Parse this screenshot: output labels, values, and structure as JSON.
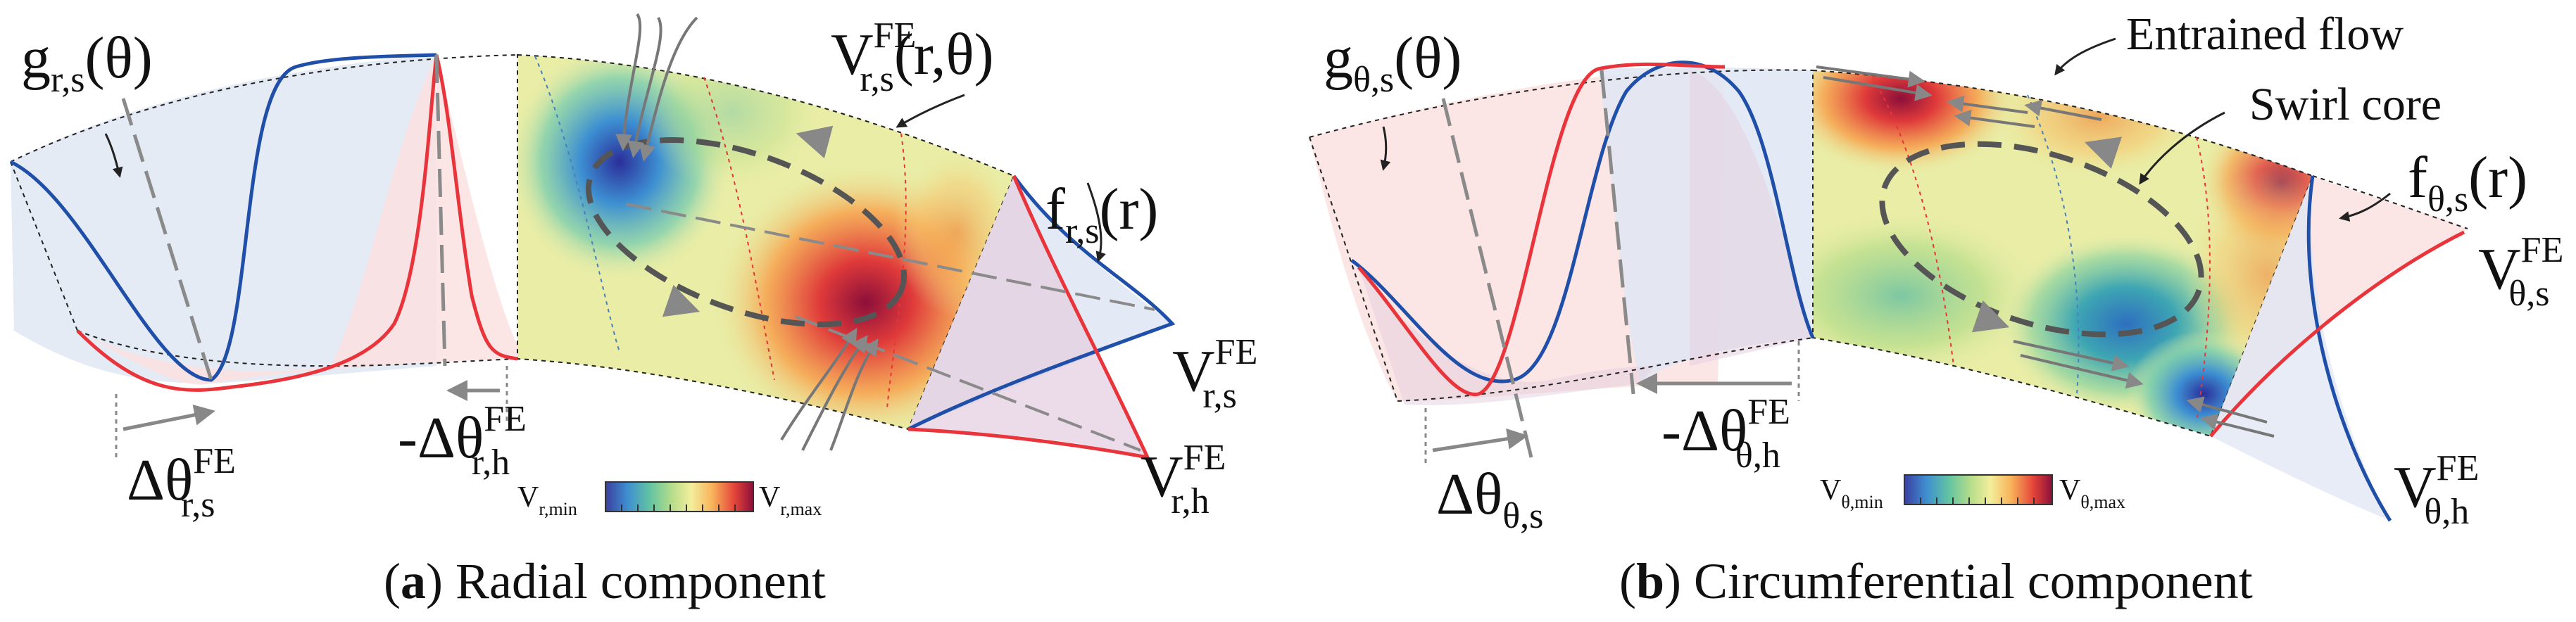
{
  "panels": [
    {
      "id": "a",
      "labels": {
        "g": {
          "base": "g",
          "sub": "r,s",
          "arg": "(θ)"
        },
        "vfe_field": {
          "base": "V",
          "sup": "FE",
          "sub": "r,s",
          "arg": "(r,θ)"
        },
        "f": {
          "base": "f",
          "sub": "r,s",
          "arg": "(r)"
        },
        "v_s": {
          "base": "V",
          "sup": "FE",
          "sub": "r,s"
        },
        "v_h": {
          "base": "V",
          "sup": "FE",
          "sub": "r,h"
        },
        "dtheta_s": {
          "base": "Δθ",
          "sup": "FE",
          "sub": "r,s"
        },
        "dtheta_h": {
          "base": "-Δθ",
          "sup": "FE",
          "sub": "r,h"
        }
      },
      "colorbar": {
        "min": {
          "base": "V",
          "sub": "r,min"
        },
        "max": {
          "base": "V",
          "sub": "r,max"
        }
      },
      "caption": {
        "letter": "a",
        "text": " Radial component"
      }
    },
    {
      "id": "b",
      "labels": {
        "g": {
          "base": "g",
          "sub": "θ,s",
          "arg": "(θ)"
        },
        "f": {
          "base": "f",
          "sub": "θ,s",
          "arg": "(r)"
        },
        "v_s": {
          "base": "V",
          "sup": "FE",
          "sub": "θ,s"
        },
        "v_h": {
          "base": "V",
          "sup": "FE",
          "sub": "θ,h"
        },
        "dtheta_s": {
          "base": "Δθ",
          "sub": "θ,s"
        },
        "dtheta_h": {
          "base": "-Δθ",
          "sup": "FE",
          "sub": "θ,h"
        }
      },
      "annotations": {
        "entrained": "Entrained flow",
        "swirl": "Swirl core"
      },
      "colorbar": {
        "min": {
          "base": "V",
          "sub": "θ,min"
        },
        "max": {
          "base": "V",
          "sub": "θ,max"
        }
      },
      "caption": {
        "letter": "b",
        "text": " Circumferential component"
      }
    }
  ],
  "colors": {
    "blue_curve": "#1f4fa8",
    "red_curve": "#e8343a",
    "blue_fill": "#dfe6f3",
    "red_fill": "#fbe1e1",
    "field_base": "#e9eda6",
    "dash_gray": "#8a8a8a",
    "vortex": "#555555"
  },
  "colorbar_stops": [
    "#3a3fa0",
    "#3f8fd0",
    "#62c3a2",
    "#b6dd8a",
    "#f3ee9c",
    "#f8b45a",
    "#e5463a",
    "#8c0f3a"
  ]
}
